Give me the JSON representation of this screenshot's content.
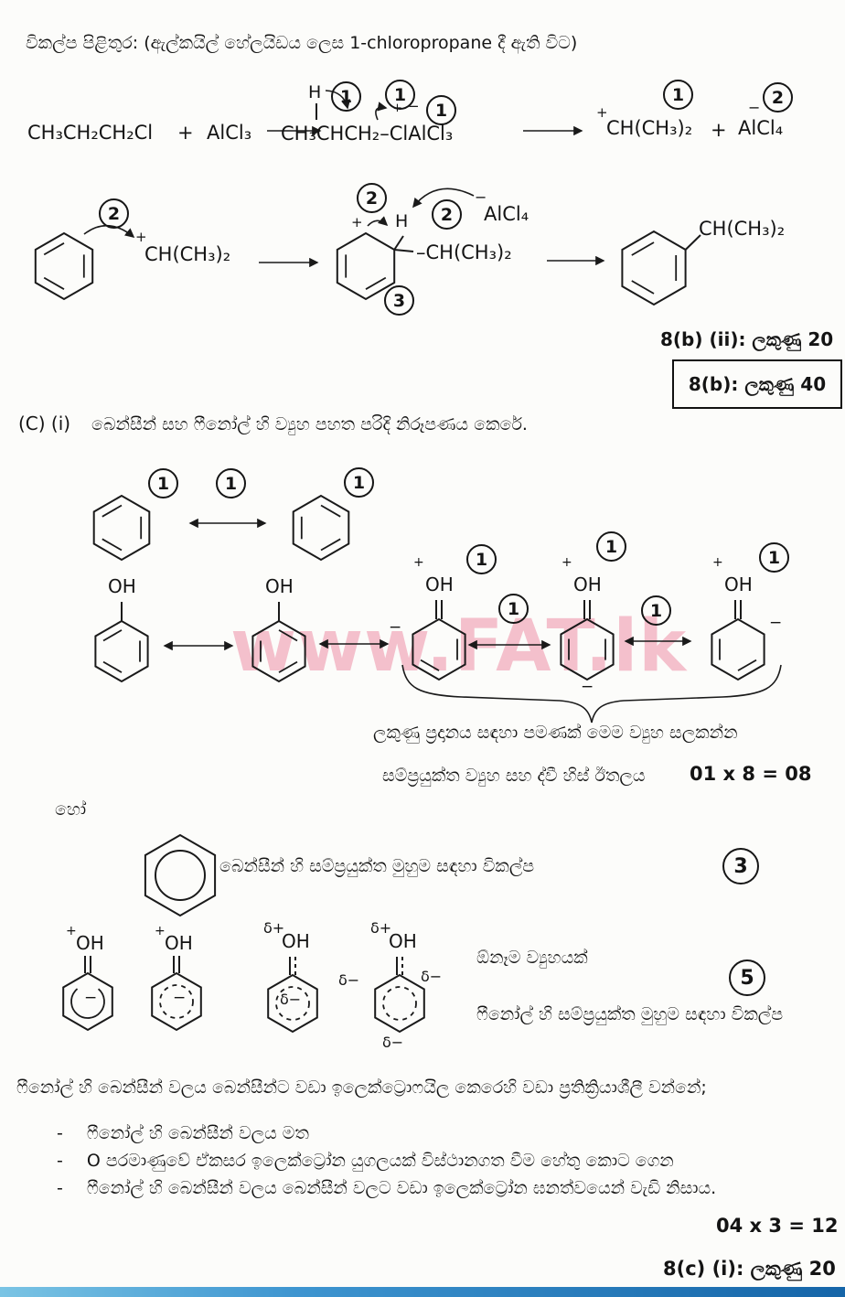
{
  "page": {
    "title_line": "විකල්ප පිළිතුර: (ඇල්කයිල් හේලයිඩය ලෙස 1-chloropropane දී ඇති විට)",
    "watermark": "www.FAT.lk"
  },
  "badges": {
    "one": "1",
    "two": "2",
    "three": "3",
    "five": "5"
  },
  "symbols": {
    "plus": "+",
    "minus": "−",
    "h": "H",
    "bullet_dash": "-"
  },
  "reaction1": {
    "reactant1": "CH₃CH₂CH₂Cl",
    "plus": "+",
    "reactant2": "AlCl₃",
    "h_label": "H",
    "intermediate": "CH₃CHCH₂–ClAlCl₃",
    "cation": "CH(CH₃)₂",
    "anion": "AlCl₄"
  },
  "reaction2": {
    "cation": "CH(CH₃)₂",
    "h_label": "H",
    "anion": "AlCl₄",
    "substituent": "–CH(CH₃)₂",
    "product_substituent": "CH(CH₃)₂"
  },
  "marks": {
    "m8bii": "8(b) (ii): ලකුණු 20",
    "m8b": "8(b): ලකුණු 40",
    "line1": "01 x 8 = 08",
    "line2": "04 x 3 = 12",
    "m8ci": "8(c) (i): ලකුණු 20"
  },
  "section_c": {
    "label": "(C) (i)",
    "intro": "බෙන්සීන් සහ ෆීනෝල් හි ව්‍යුහ පහත පරිදි නිරූපණය කෙරේ.",
    "oh": "OH",
    "note1": "ලකුණු ප්‍රදානය සඳහා පමණක් මෙම ව්‍යුහ සලකන්න",
    "note2": "සම්ප්‍රයුක්ත ව්‍යුහ සහ ද්වී හිස් ඊතලය",
    "or_label": "හෝ",
    "benzene_alt": "බෙන්සීන් හි සම්ප්‍රයුක්ත මුහුම සඳහා විකල්ප",
    "any_structure": "ඕනෑම ව්‍යුහයක්",
    "phenol_alt": "ෆීනෝල් හි සම්ප්‍රයුක්ත මුහුම සඳහා විකල්ප",
    "delta_plus": "δ+",
    "delta_minus": "δ−"
  },
  "conclusion": {
    "lead": "ෆීනෝල් හි බෙන්සීන් වලය බෙන්සීන්ට වඩා ඉලෙක්ට්‍රොෆයිල කෙරෙහි වඩා ප්‍රතික්‍රියාශීලී වන්නේ;",
    "bullets": [
      "ෆීනෝල් හි බෙන්සීන් වලය මත",
      "O පරමාණුවේ ඒකසර ඉලෙක්ට්‍රෝන යුගලයක් විස්ථානගත වීම හේතු කොට ගෙන",
      "ෆීනෝල් හි බෙන්සීන් වලය බෙන්සීන් වලට වඩා ඉලෙක්ට්‍රෝන ඝනත්වයෙන් වැඩි නිසාය."
    ]
  }
}
